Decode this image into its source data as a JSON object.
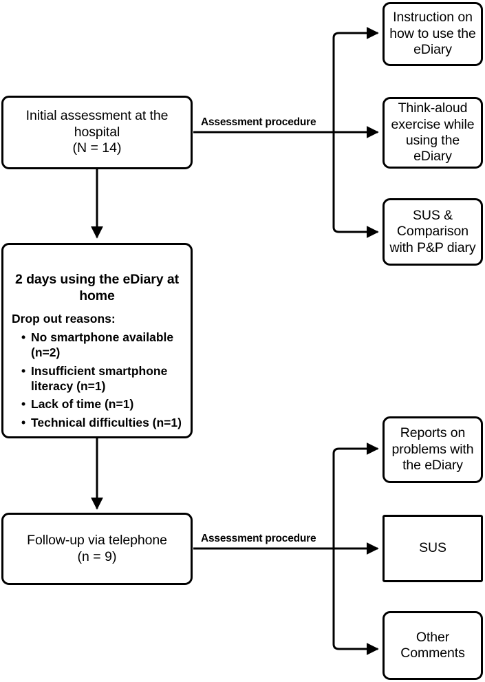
{
  "diagram": {
    "type": "flowchart",
    "orientation": "left-to-right-with-vertical-spine",
    "title": "Study procedure flow diagram"
  },
  "nodes": {
    "initial_assessment": {
      "line1": "Initial assessment at the",
      "line2": "hospital",
      "line3": "(N = 14)"
    },
    "two_days_home": {
      "title": "2 days using the eDiary at home",
      "dropout_label": "Drop out reasons:",
      "dropout_items": [
        "No smartphone available (n=2)",
        "Insufficient smartphone literacy (n=1)",
        "Lack of time (n=1)",
        "Technical difficulties (n=1)"
      ]
    },
    "follow_up": {
      "line1": "Follow-up via telephone",
      "line2": "(n = 9)"
    },
    "instruction": {
      "text": "Instruction on how to use the eDiary"
    },
    "think_aloud": {
      "text": "Think-aloud exercise while using the eDiary"
    },
    "sus_comparison": {
      "text": "SUS & Comparison with P&P diary"
    },
    "reports_problems": {
      "text": "Reports on problems with the eDiary"
    },
    "sus": {
      "text": "SUS"
    },
    "other_comments": {
      "text": "Other Comments"
    }
  },
  "edge_labels": {
    "top_assessment_procedure": "Assessment procedure",
    "bottom_assessment_procedure": "Assessment procedure"
  },
  "colors": {
    "stroke": "#000000",
    "fill": "#ffffff",
    "text": "#000000"
  }
}
